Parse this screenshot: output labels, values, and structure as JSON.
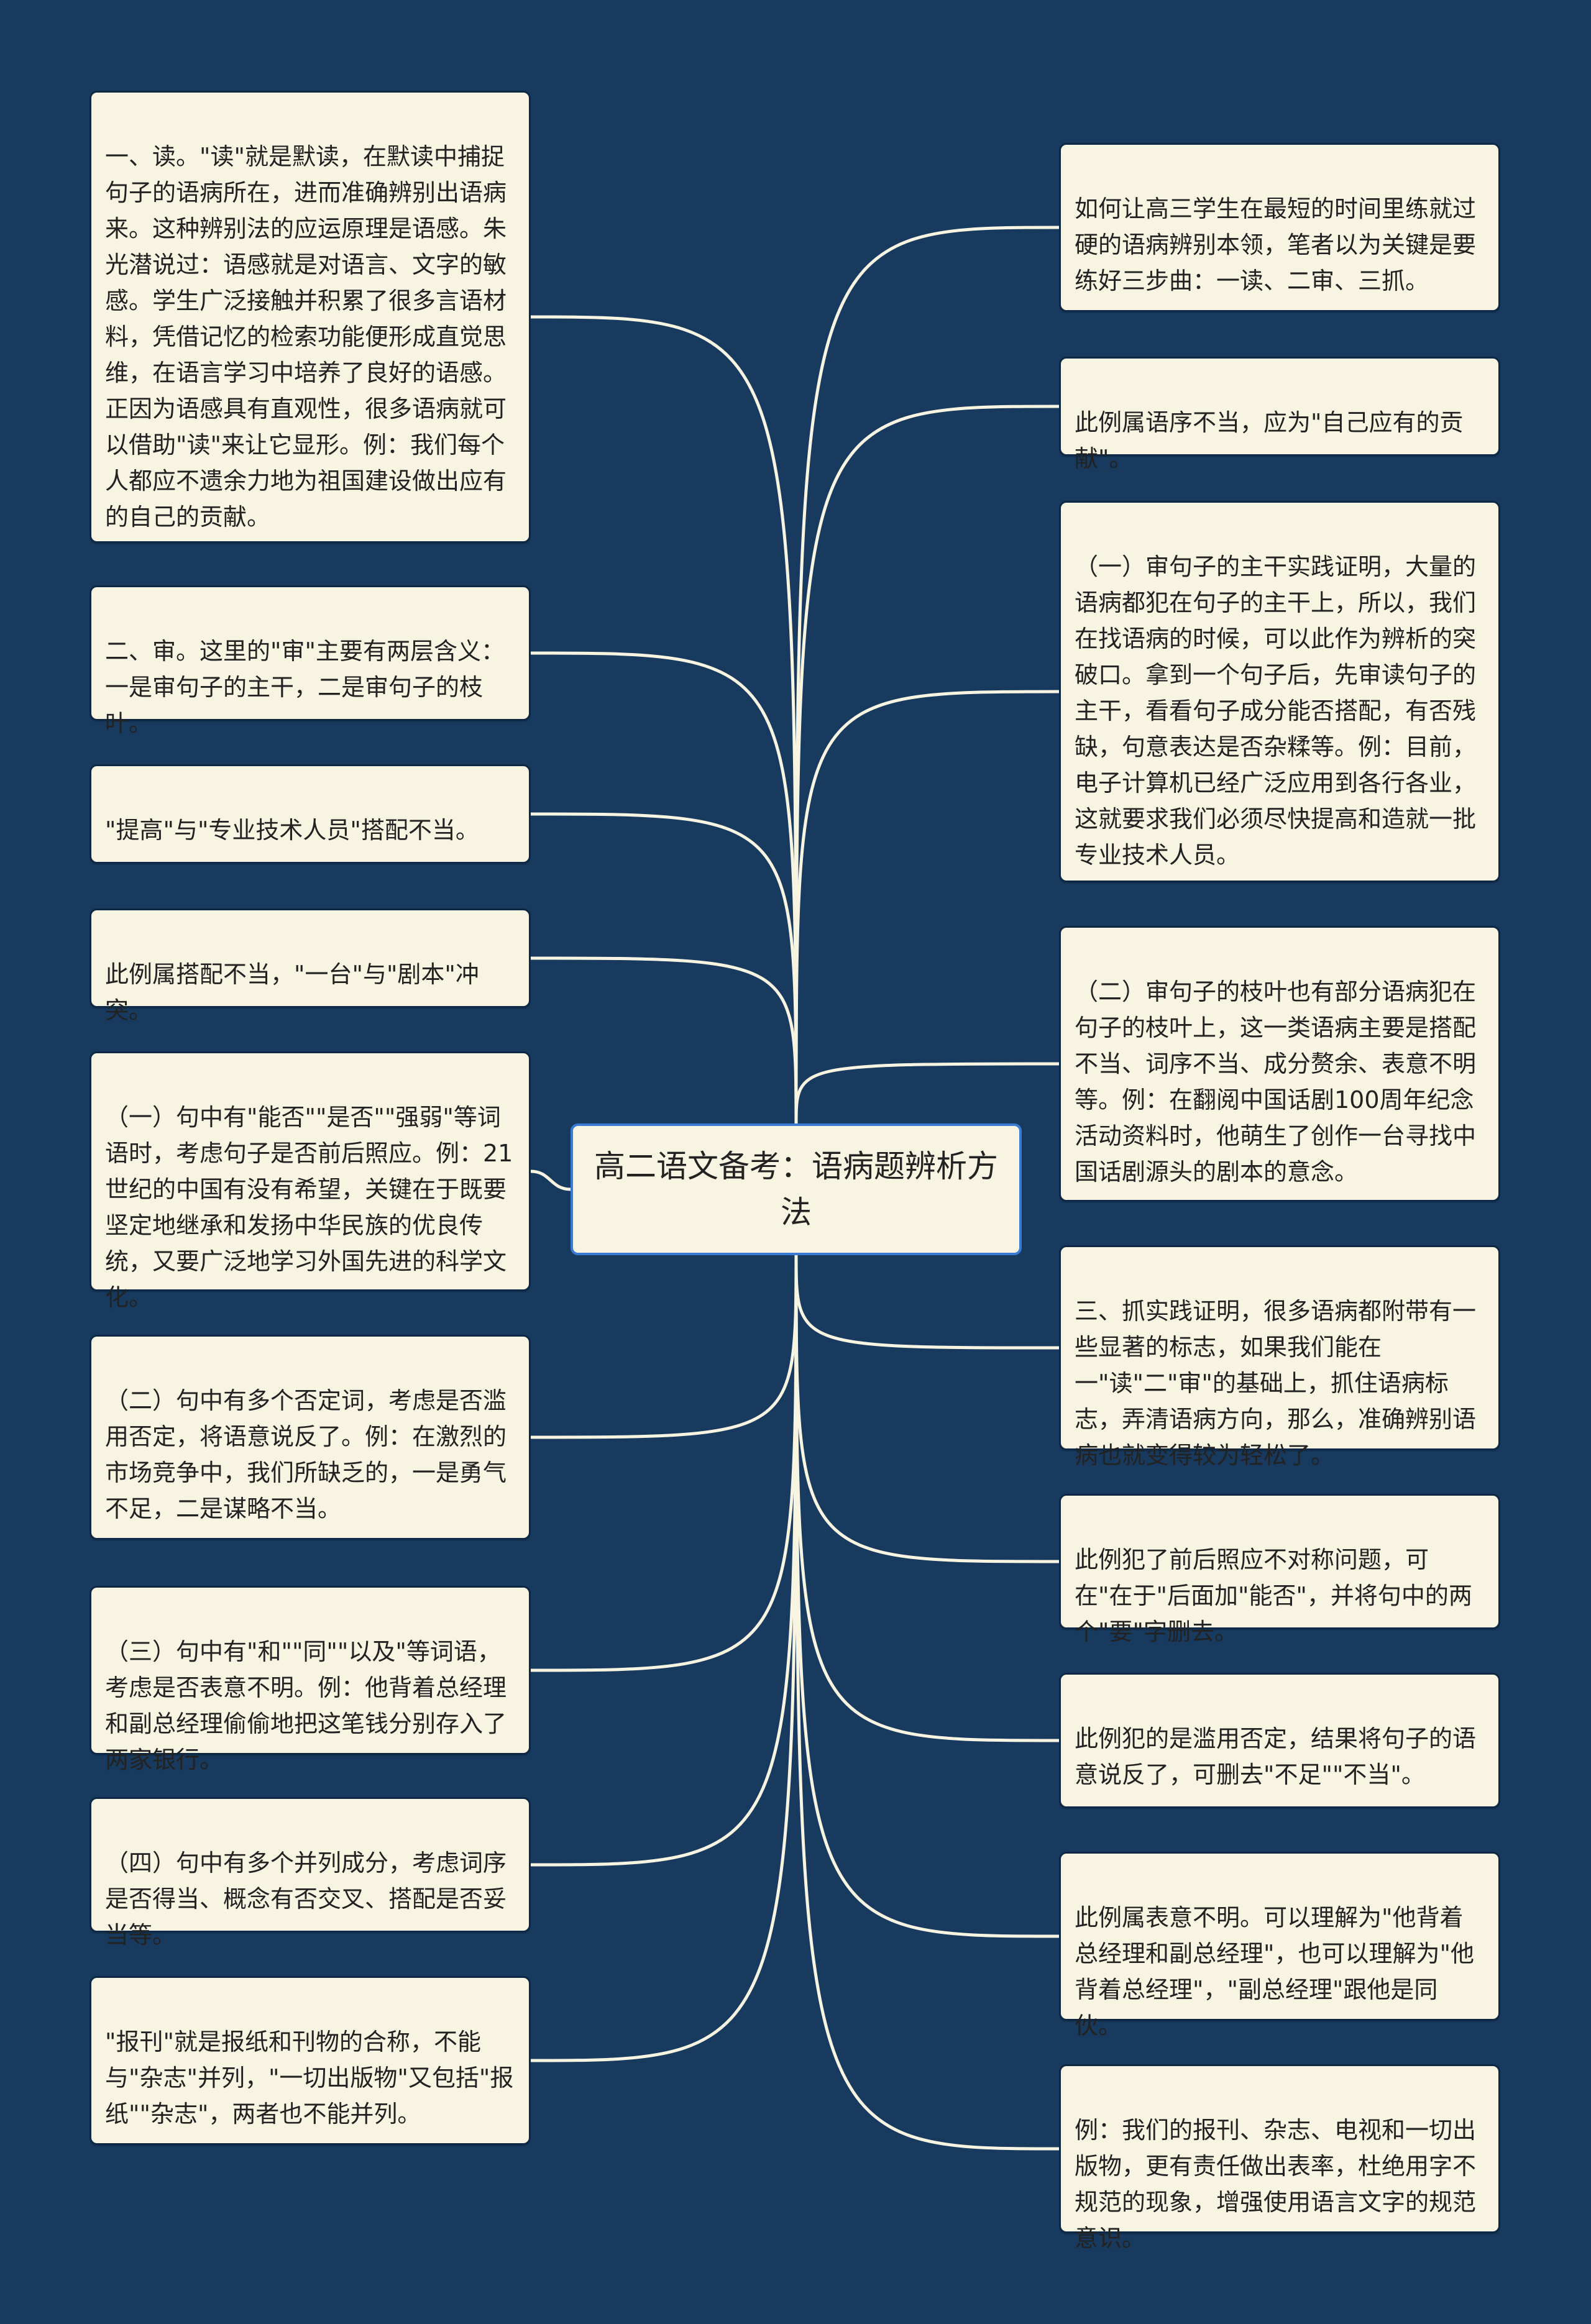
{
  "center": {
    "title": "高二语文备考：语病题辨析方法"
  },
  "left_nodes": [
    {
      "text": "一、读。\"读\"就是默读，在默读中捕捉句子的语病所在，进而准确辨别出语病来。这种辨别法的应运原理是语感。朱光潜说过：语感就是对语言、文字的敏感。学生广泛接触并积累了很多言语材料，凭借记忆的检索功能便形成直觉思维，在语言学习中培养了良好的语感。正因为语感具有直观性，很多语病就可以借助\"读\"来让它显形。例：我们每个人都应不遗余力地为祖国建设做出应有的自己的贡献。"
    },
    {
      "text": "二、审。这里的\"审\"主要有两层含义：一是审句子的主干，二是审句子的枝叶。"
    },
    {
      "text": "\"提高\"与\"专业技术人员\"搭配不当。"
    },
    {
      "text": "此例属搭配不当，\"一台\"与\"剧本\"冲突。"
    },
    {
      "text": "（一）句中有\"能否\"\"是否\"\"强弱\"等词语时，考虑句子是否前后照应。例：21世纪的中国有没有希望，关键在于既要坚定地继承和发扬中华民族的优良传统，又要广泛地学习外国先进的科学文化。"
    },
    {
      "text": "（二）句中有多个否定词，考虑是否滥用否定，将语意说反了。例：在激烈的市场竞争中，我们所缺乏的，一是勇气不足，二是谋略不当。"
    },
    {
      "text": "（三）句中有\"和\"\"同\"\"以及\"等词语，考虑是否表意不明。例：他背着总经理和副总经理偷偷地把这笔钱分别存入了两家银行。"
    },
    {
      "text": "（四）句中有多个并列成分，考虑词序是否得当、概念有否交叉、搭配是否妥当等。"
    },
    {
      "text": "\"报刊\"就是报纸和刊物的合称，不能与\"杂志\"并列，\"一切出版物\"又包括\"报纸\"\"杂志\"，两者也不能并列。"
    }
  ],
  "right_nodes": [
    {
      "text": "如何让高三学生在最短的时间里练就过硬的语病辨别本领，笔者以为关键是要练好三步曲：一读、二审、三抓。"
    },
    {
      "text": "此例属语序不当，应为\"自己应有的贡献\"。"
    },
    {
      "text": "（一）审句子的主干实践证明，大量的语病都犯在句子的主干上，所以，我们在找语病的时候，可以此作为辨析的突破口。拿到一个句子后，先审读句子的主干，看看句子成分能否搭配，有否残缺，句意表达是否杂糅等。例：目前，电子计算机已经广泛应用到各行各业，这就要求我们必须尽快提高和造就一批专业技术人员。"
    },
    {
      "text": "（二）审句子的枝叶也有部分语病犯在句子的枝叶上，这一类语病主要是搭配不当、词序不当、成分赘余、表意不明等。例：在翻阅中国话剧100周年纪念活动资料时，他萌生了创作一台寻找中国话剧源头的剧本的意念。"
    },
    {
      "text": "三、抓实践证明，很多语病都附带有一些显著的标志，如果我们能在一\"读\"二\"审\"的基础上，抓住语病标志，弄清语病方向，那么，准确辨别语病也就变得较为轻松了。"
    },
    {
      "text": "此例犯了前后照应不对称问题，可在\"在于\"后面加\"能否\"，并将句中的两个\"要\"字删去。"
    },
    {
      "text": "此例犯的是滥用否定，结果将句子的语意说反了，可删去\"不足\"\"不当\"。"
    },
    {
      "text": "此例属表意不明。可以理解为\"他背着总经理和副总经理\"，也可以理解为\"他背着总经理\"，\"副总经理\"跟他是同伙。"
    },
    {
      "text": "例：我们的报刊、杂志、电视和一切出版物，更有责任做出表率，杜绝用字不规范的现象，增强使用语言文字的规范意识。"
    }
  ],
  "colors": {
    "background": "#173a5e",
    "node_fill": "#f7f4e2",
    "node_border": "#0d2844",
    "center_border": "#3a7bd5",
    "link": "#f7f4e2"
  }
}
